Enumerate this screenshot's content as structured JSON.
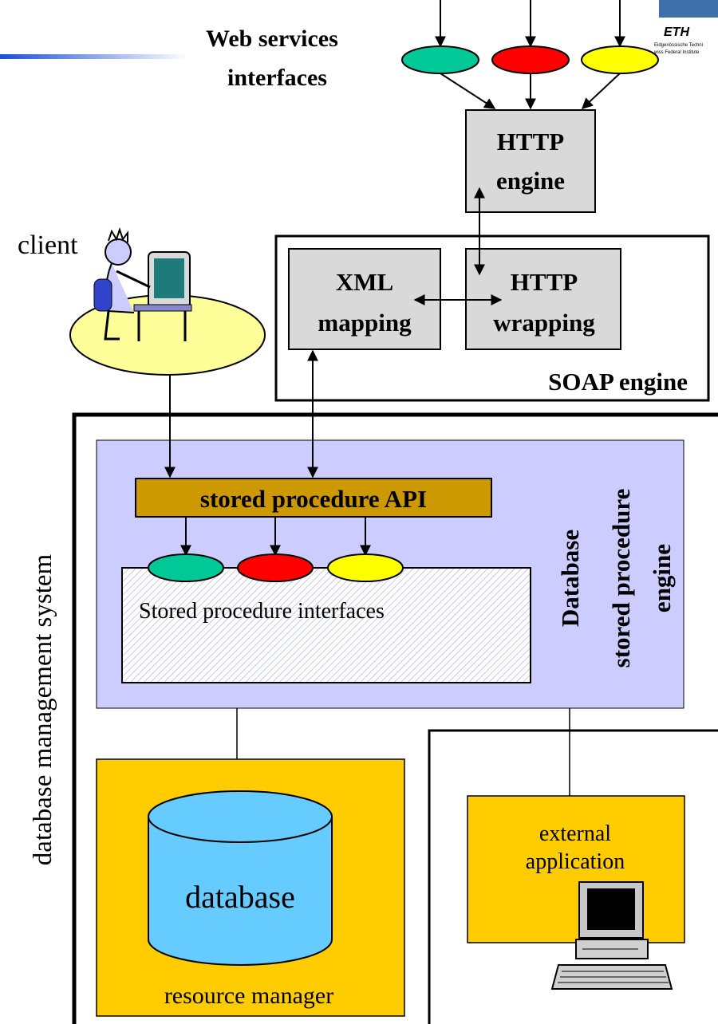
{
  "logo": {
    "text": "ETH",
    "line1": "Eidgenössische Techni",
    "line2": "wiss Federal Institute"
  },
  "labels": {
    "web_services_line1": "Web services",
    "web_services_line2": "interfaces",
    "http_engine_line1": "HTTP",
    "http_engine_line2": "engine",
    "client": "client",
    "xml_mapping_line1": "XML",
    "xml_mapping_line2": "mapping",
    "http_wrapping_line1": "HTTP",
    "http_wrapping_line2": "wrapping",
    "soap_engine": "SOAP engine",
    "dbms": "database management system",
    "stored_procedure_api": "stored procedure API",
    "stored_procedure_interfaces": "Stored procedure interfaces",
    "db_sp_engine_line1": "Database",
    "db_sp_engine_line2": "stored procedure",
    "db_sp_engine_line3": "engine",
    "database": "database",
    "resource_manager": "resource manager",
    "external_app_line1": "external",
    "external_app_line2": "application"
  },
  "colors": {
    "interface_1": "#00c896",
    "interface_2": "#ff0000",
    "interface_3": "#ffff00",
    "engine_box": "#d9d9d9",
    "sp_engine_bg": "#ccccff",
    "api_bar": "#cc9900",
    "resource_bg": "#ffcc00",
    "database_cyl": "#66ccff",
    "client_ellipse": "#ffff99"
  }
}
